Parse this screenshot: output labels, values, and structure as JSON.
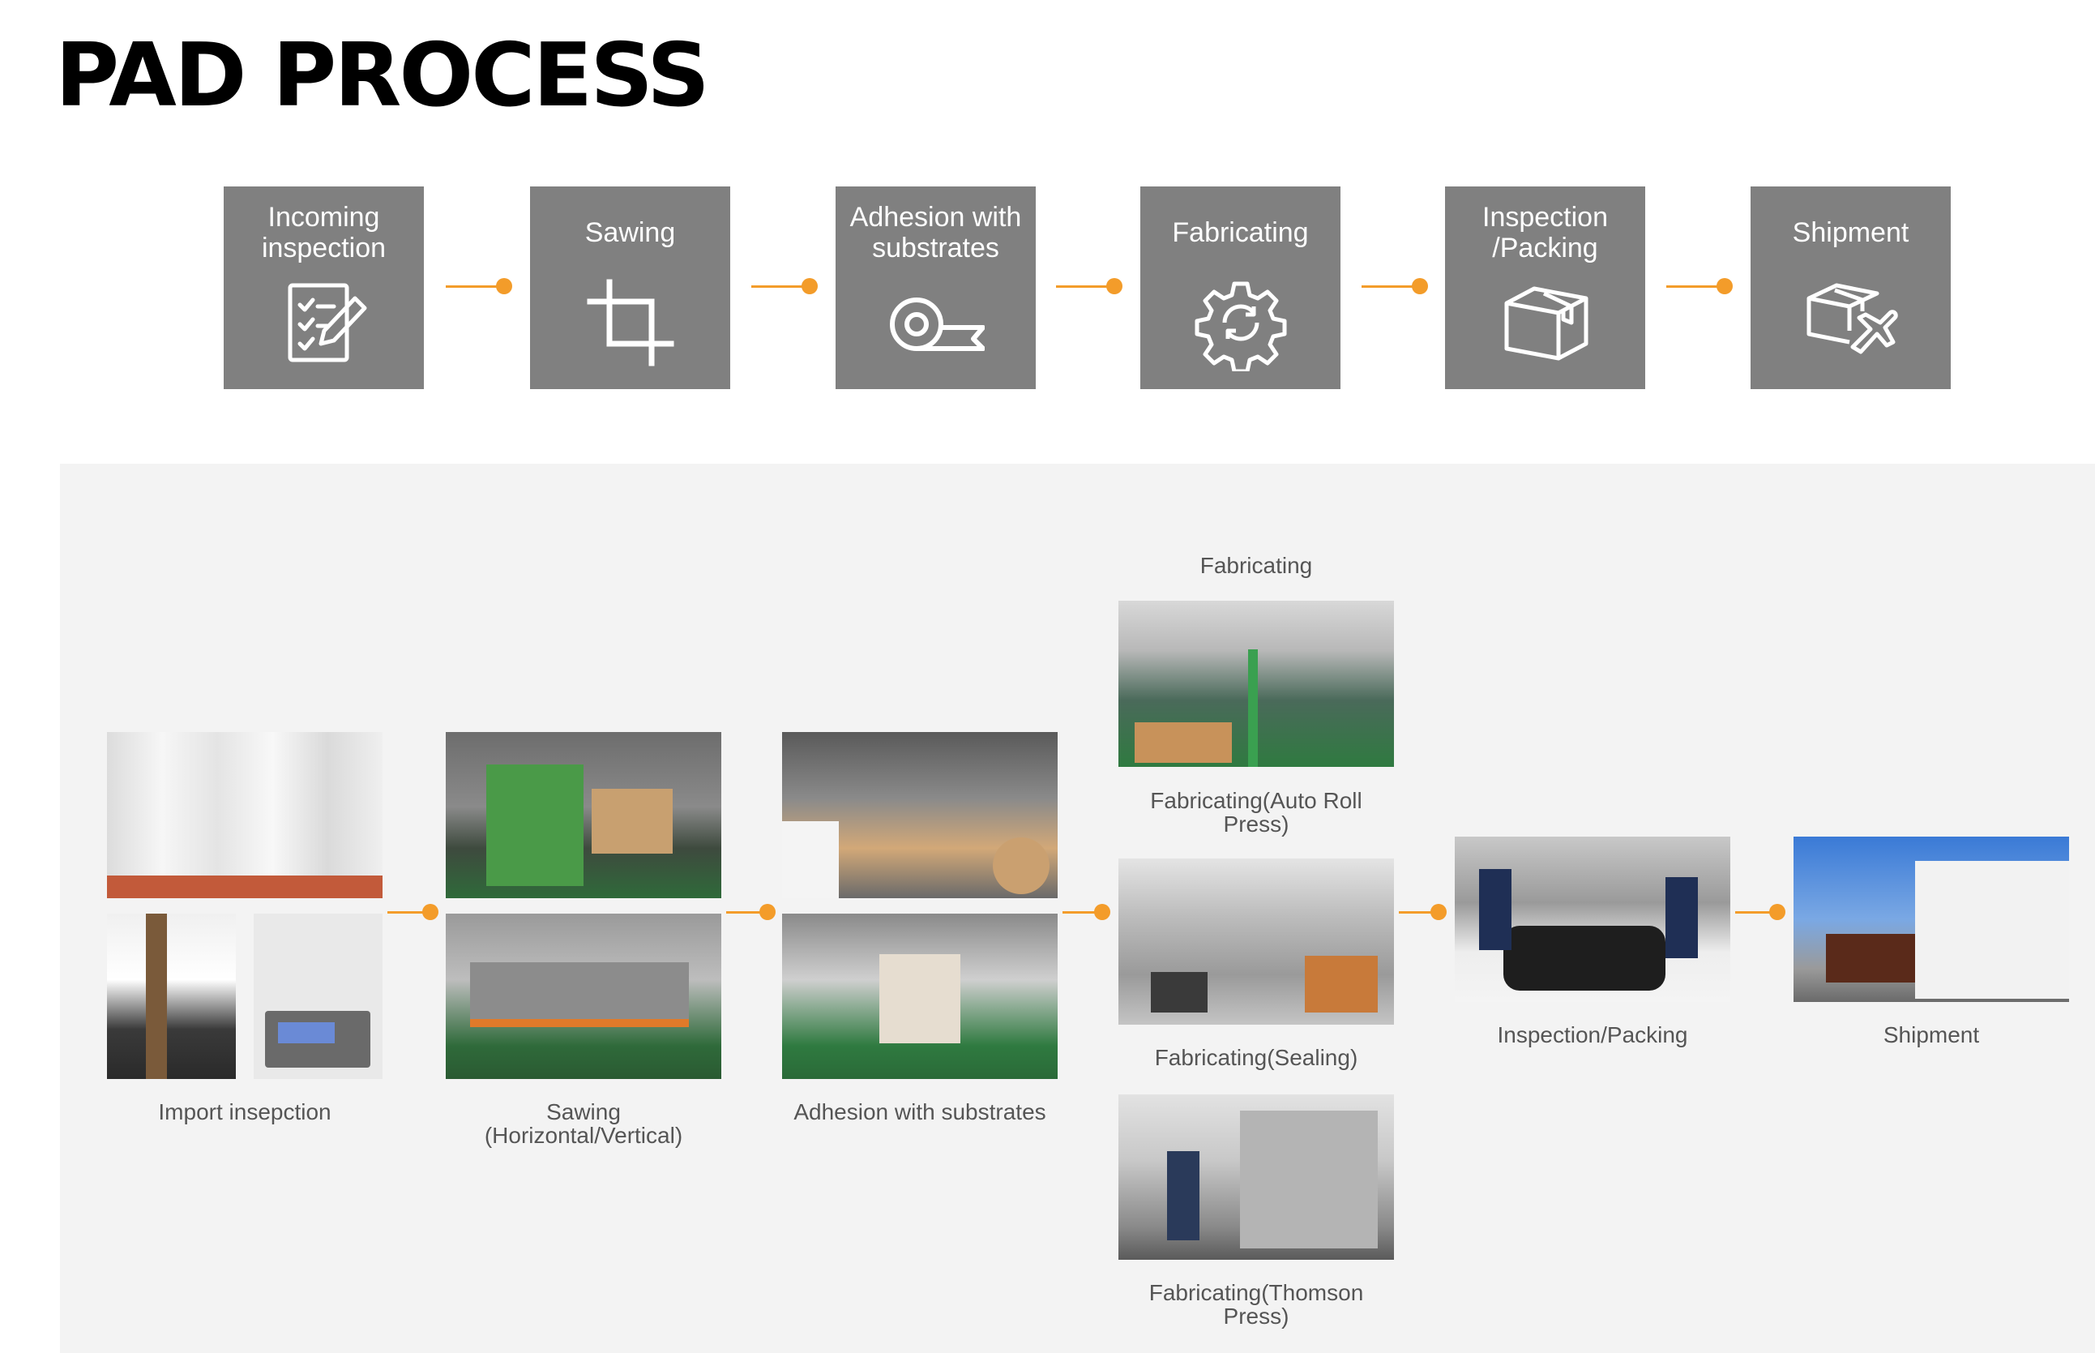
{
  "title": "PAD PROCESS",
  "colors": {
    "step_bg": "#808080",
    "accent": "#f39c2a",
    "panel_bg": "#f3f3f3",
    "caption": "#555555"
  },
  "steps": [
    {
      "label": "Incoming\ninspection",
      "icon": "checklist-pen-icon"
    },
    {
      "label": "Sawing",
      "icon": "crop-icon"
    },
    {
      "label": "Adhesion with\nsubstrates",
      "icon": "tape-roll-icon"
    },
    {
      "label": "Fabricating",
      "icon": "gear-cycle-icon"
    },
    {
      "label": "Inspection\n/Packing",
      "icon": "box-icon"
    },
    {
      "label": "Shipment",
      "icon": "box-airplane-icon"
    }
  ],
  "photos": {
    "fabricating_heading": "Fabricating",
    "captions": {
      "import": "Import insepction",
      "sawing": "Sawing\n(Horizontal/Vertical)",
      "adhesion": "Adhesion with substrates",
      "auto_roll": "Fabricating(Auto Roll\nPress)",
      "sealing": "Fabricating(Sealing)",
      "thomson": "Fabricating(Thomson\nPress)",
      "inspection": "Inspection/Packing",
      "shipment": "Shipment"
    }
  }
}
